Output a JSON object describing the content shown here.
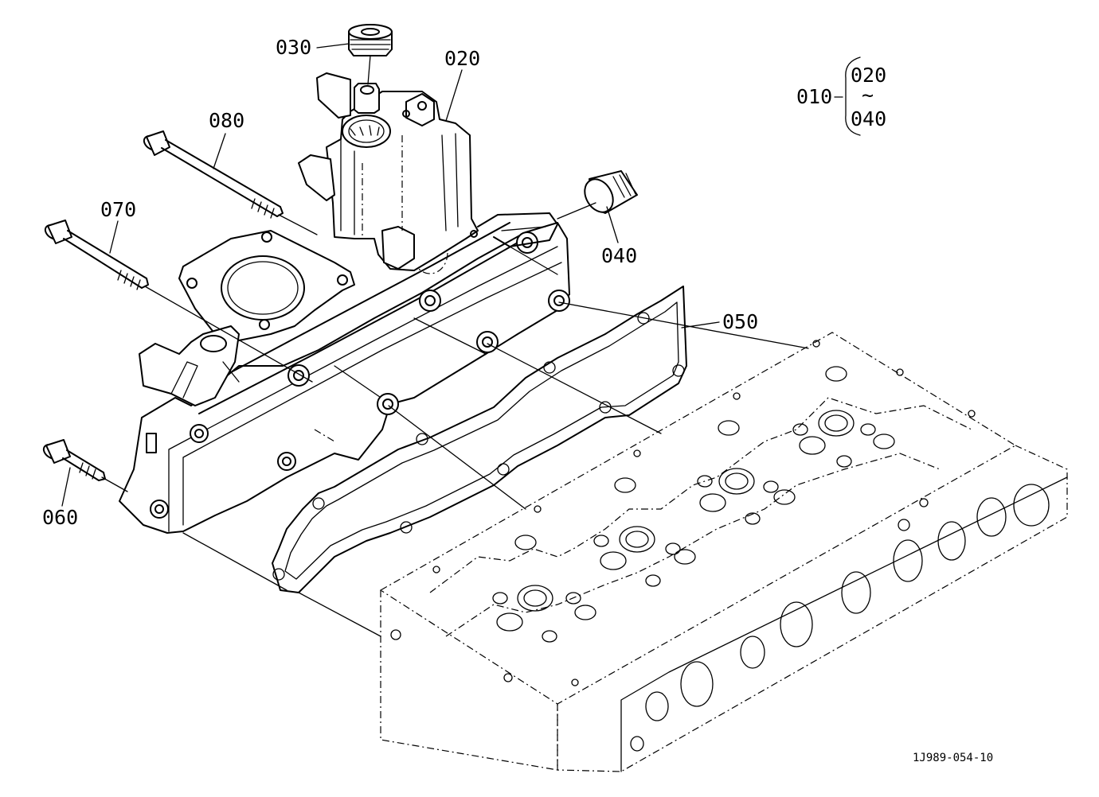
{
  "labels": {
    "p030": "030",
    "p020": "020",
    "p080": "080",
    "p070": "070",
    "p040": "040",
    "p050": "050",
    "p060": "060",
    "p010": "010",
    "group_top": "020",
    "group_tilde": "~",
    "group_bottom": "040"
  },
  "drawing_number": "1J989-054-10"
}
